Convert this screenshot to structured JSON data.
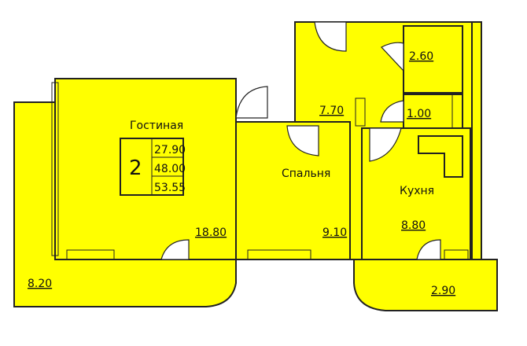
{
  "plan": {
    "fill_color": "#ffff00",
    "rooms": {
      "living": {
        "name": "Гостиная",
        "area": "18.80"
      },
      "bedroom": {
        "name": "Спальня",
        "area": "9.10"
      },
      "kitchen": {
        "name": "Кухня",
        "area": "8.80"
      },
      "hallway": {
        "area": "7.70"
      },
      "bathroom": {
        "area": "2.60"
      },
      "wc": {
        "area": "1.00"
      },
      "left_balcony": {
        "area": "8.20"
      },
      "right_balcony": {
        "area": "2.90"
      }
    },
    "summary": {
      "rooms_count": "2",
      "living_area": "27.90",
      "total_area": "48.00",
      "total_with_balcony": "53.55"
    }
  }
}
